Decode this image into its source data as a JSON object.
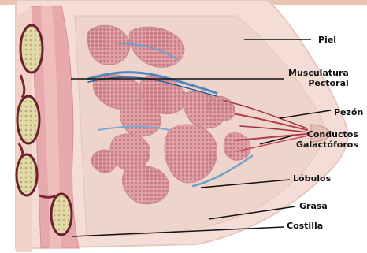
{
  "diagram": {
    "labels": {
      "piel": "Piel",
      "musculatura_line1": "Musculatura",
      "musculatura_line2": "Pectoral",
      "pezon": "Pezón",
      "conductos_line1": "Conductos",
      "conductos_line2": "Galactóforos",
      "lobulos": "Lóbulos",
      "grasa": "Grasa",
      "costilla": "Costilla"
    },
    "colors": {
      "skin": "#f3d9d2",
      "breast_tissue": "#eed2ca",
      "muscle": "#e6a3a6",
      "lobule": "#d9949b",
      "rib": "#ddd3a0",
      "duct_blue": "#5a8fc0",
      "duct_red": "#b2404c",
      "leader_line": "#111111"
    }
  }
}
